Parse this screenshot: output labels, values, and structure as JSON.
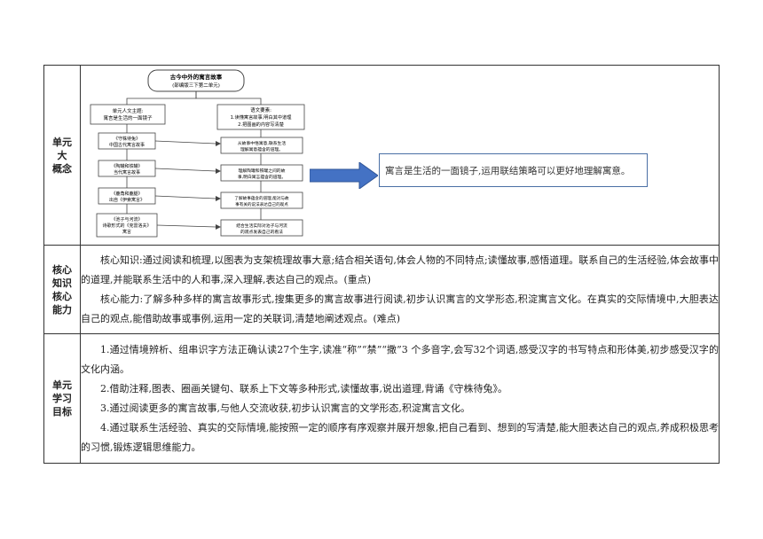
{
  "rows": {
    "concept": {
      "label": [
        "单元",
        "大",
        "概念"
      ],
      "diagram": {
        "title_line1": "古今中外的寓言故事",
        "title_line2": "(部编版三下第二单元)",
        "left_header_line1": "单元人文主题:",
        "left_header_line2": "寓言是生活的一面镜子",
        "right_header_line1": "语文要素:",
        "right_header_line2": "1.读懂寓言故事,明白其中道理",
        "right_header_line3": "2.把图画的内容写清楚",
        "left_items": [
          [
            "《守株待兔》",
            "中国古代寓言故事"
          ],
          [
            "《陶罐和铁罐》",
            "当代寓言故事"
          ],
          [
            "《鹿角和鹿腿》",
            "出自《伊索寓言》"
          ],
          [
            "《池子与河流》",
            "诗歌形式的《克雷洛夫》",
            "寓言"
          ]
        ],
        "right_items": [
          [
            "从故事中悟寓意,联系生活",
            "理解寓意蕴含的道理。"
          ],
          [
            "理解陶罐和铁罐之间的故",
            "事,明白寓言蕴含的道理。"
          ],
          [
            "了解故事蕴含的道理,能对与故",
            "事有关的说法表达自己的观点"
          ],
          [
            "结合生活实际对池子与河流",
            "的观点发表自己的看法"
          ]
        ]
      },
      "summary": "寓言是生活的一面镜子,运用联结策略可以更好地理解寓意。"
    },
    "ability": {
      "label": [
        "核心",
        "知识",
        "核心",
        "能力"
      ],
      "para1": "核心知识:通过阅读和梳理,以图表为支架梳理故事大意;结合相关语句,体会人物的不同特点;读懂故事,感悟道理。联系自己的生活经验,体会故事中的道理,并能联系生活中的人和事,深入理解,表达自己的观点。(重点)",
      "para2": "核心能力:了解多种多样的寓言故事形式,搜集更多的寓言故事进行阅读,初步认识寓言的文学形态,积淀寓言文化。在真实的交际情境中,大胆表达自己的观点,能借助故事或事例,运用一定的关联词,清楚地阐述观点。(难点)"
    },
    "goals": {
      "label": [
        "单元",
        "学习",
        "目标"
      ],
      "items": [
        "1.通过情境辨析、组串识字方法正确认读27个生字,读准“称”“禁”“撒”3 个多音字,会写32个词语,感受汉字的书写特点和形体美,初步感受汉字的文化内涵。",
        "2.借助注释,图表、圈画关键句、联系上下文等多种形式,读懂故事,说出道理,背诵《守株待兔》。",
        "3.通过阅读更多的寓言故事,与他人交流收获,初步认识寓言的文学形态,积淀寓言文化。",
        "4.通过联系生活经验、真实的交际情境,能按照一定的顺序有序观察并展开想象,把自己看到、想到的写清楚,能大胆表达自己的观点,养成积极思考的习惯,锻炼逻辑思维能力。"
      ]
    }
  },
  "colors": {
    "arrow": "#4472c4",
    "border": "#333333",
    "box_border": "#4a6fa5"
  }
}
